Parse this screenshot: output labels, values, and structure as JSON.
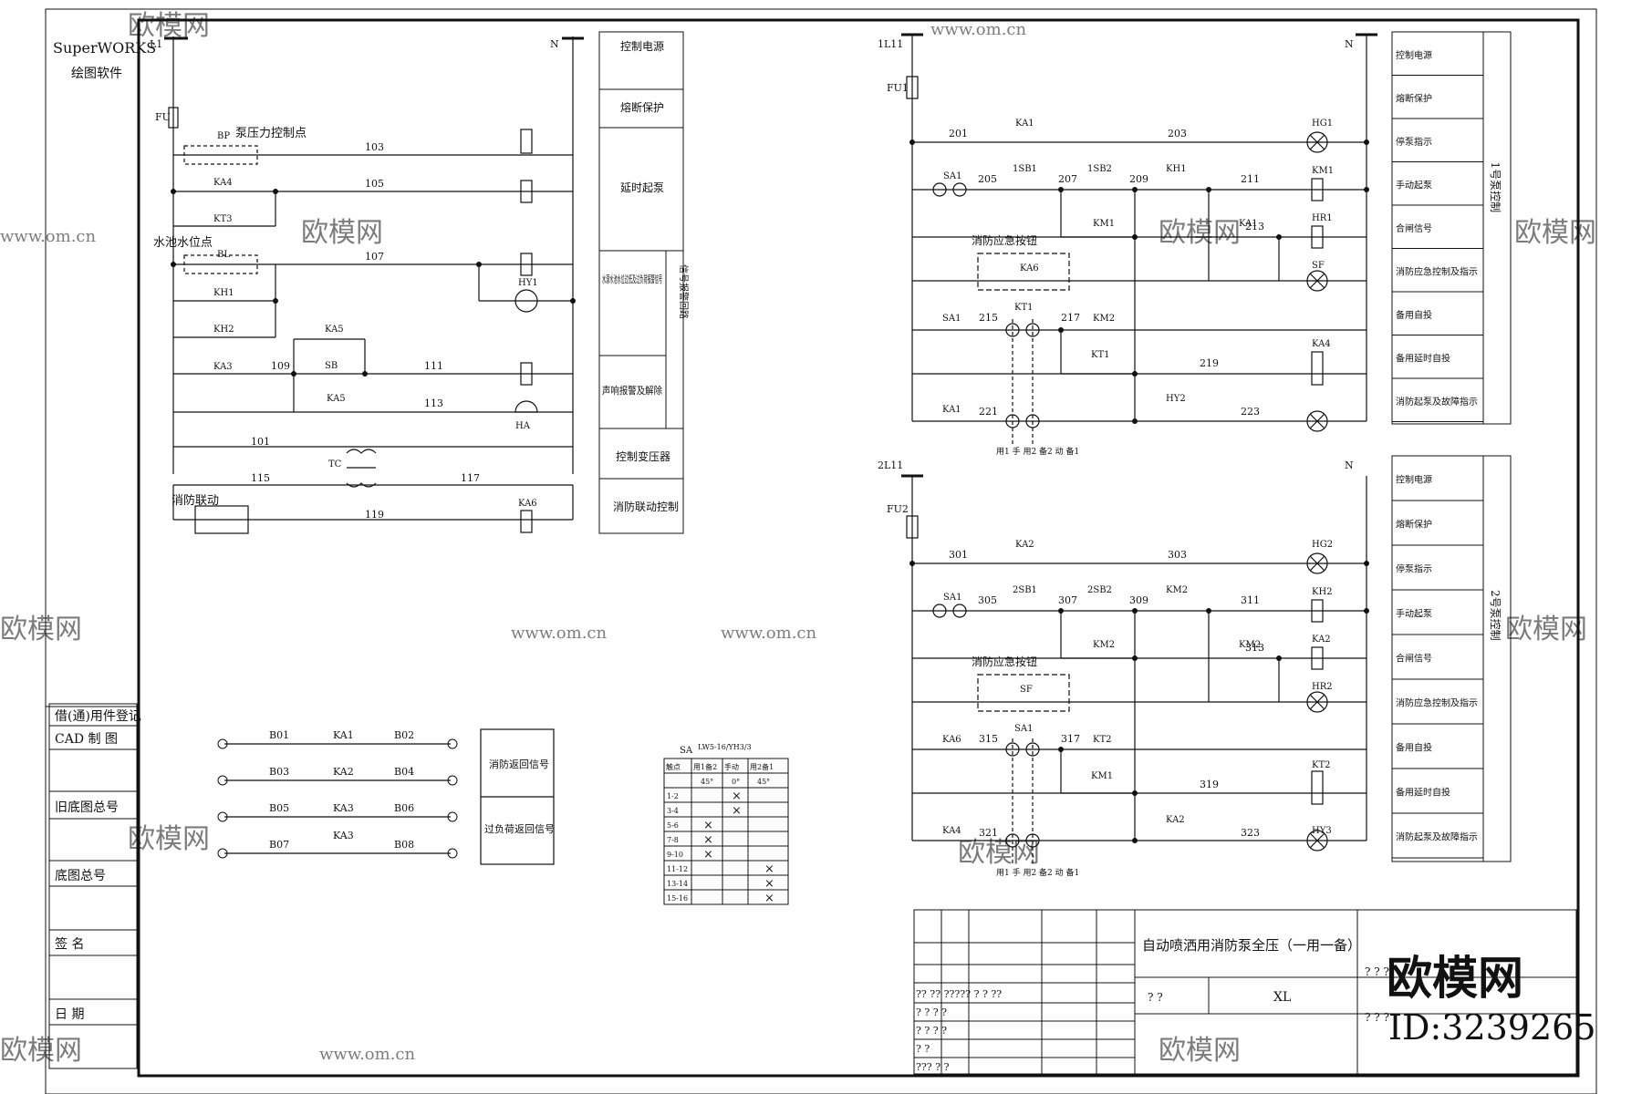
{
  "software": {
    "name": "SuperWORKS",
    "subtitle": "绘图软件"
  },
  "watermark": {
    "site": "www.om.cn",
    "brand": "欧模网",
    "id": "ID:3239265"
  },
  "left_panel": [
    "借(通)用件登记",
    "CAD 制 图",
    "旧底图总号",
    "底图总号",
    "签 名",
    "日 期"
  ],
  "circuit1": {
    "supply": [
      "L1",
      "N",
      "FU"
    ],
    "row_labels": [
      "泵压力控制点",
      "水池水位点",
      "消防联动"
    ],
    "wires": [
      "103",
      "105",
      "107",
      "109",
      "111",
      "113",
      "101",
      "115",
      "117",
      "119"
    ],
    "devices": [
      "BP",
      "KA4",
      "KT3",
      "BL",
      "KH1",
      "KH2",
      "KA5",
      "KA3",
      "SB",
      "KA6",
      "TC",
      "KA5",
      "HA",
      "HY1"
    ],
    "legend": [
      "控制电源",
      "熔断保护",
      "延时起泵",
      "水源水池水位过低及过负荷报警信号",
      "声响报警及解除",
      "信号报警回路",
      "控制变压器",
      "消防联动控制"
    ],
    "color": "#111111"
  },
  "contacts": {
    "terminals": [
      "B01",
      "B02",
      "B03",
      "B04",
      "B05",
      "B06",
      "B07",
      "B08"
    ],
    "relays": [
      "KA1",
      "KA2",
      "KA3",
      "KA3"
    ],
    "legend": [
      "消防返回信号",
      "过负荷返回信号"
    ]
  },
  "sa_table": {
    "title": "SA",
    "model": "LW5-16/YH3/3",
    "headers": [
      "触点",
      "用1备2",
      "手动",
      "用2备1"
    ],
    "angles": [
      "45°",
      "0°",
      "45°"
    ],
    "rows": [
      {
        "label": "1-2",
        "marks": [
          "",
          "×",
          ""
        ]
      },
      {
        "label": "3-4",
        "marks": [
          "",
          "×",
          ""
        ]
      },
      {
        "label": "5-6",
        "marks": [
          "×",
          "",
          ""
        ]
      },
      {
        "label": "7-8",
        "marks": [
          "×",
          "",
          ""
        ]
      },
      {
        "label": "9-10",
        "marks": [
          "×",
          "",
          ""
        ]
      },
      {
        "label": "11-12",
        "marks": [
          "",
          "",
          "×"
        ]
      },
      {
        "label": "13-14",
        "marks": [
          "",
          "",
          "×"
        ]
      },
      {
        "label": "15-16",
        "marks": [
          "",
          "",
          "×"
        ]
      }
    ]
  },
  "pump1": {
    "supply": [
      "1L11",
      "N",
      "FU1"
    ],
    "wires": [
      "201",
      "203",
      "205",
      "207",
      "209",
      "211",
      "213",
      "215",
      "217",
      "219",
      "221",
      "223"
    ],
    "devices": [
      "KA1",
      "HG1",
      "SA1",
      "1SB1",
      "1SB2",
      "KH1",
      "KM1",
      "KM1",
      "KA1",
      "HR1",
      "SF",
      "KA6",
      "SA1",
      "KT1",
      "KM2",
      "KT1",
      "KA4",
      "KA1",
      "HY2"
    ],
    "emergency": "消防应急按钮",
    "sa_note": "用1 手 用2 备2 动 备1",
    "legend": [
      "控制电源",
      "熔断保护",
      "停泵指示",
      "手动起泵",
      "合闸信号",
      "消防应急控制及指示",
      "备用自投",
      "备用延时自投",
      "消防起泵及故障指示"
    ],
    "section_label": "1号泵控制"
  },
  "pump2": {
    "supply": [
      "2L11",
      "N",
      "FU2"
    ],
    "wires": [
      "301",
      "303",
      "305",
      "307",
      "309",
      "311",
      "313",
      "315",
      "317",
      "319",
      "321",
      "323"
    ],
    "devices": [
      "KA2",
      "HG2",
      "SA1",
      "2SB1",
      "2SB2",
      "KM2",
      "KH2",
      "KM2",
      "KM2",
      "KA2",
      "HR2",
      "SF",
      "KA6",
      "SA1",
      "KT2",
      "KM1",
      "KT2",
      "KA4",
      "KA2",
      "HY3"
    ],
    "emergency": "消防应急按钮",
    "sa_note": "用1 手 用2 备2 动 备1",
    "legend": [
      "控制电源",
      "熔断保护",
      "停泵指示",
      "手动起泵",
      "合闸信号",
      "消防应急控制及指示",
      "备用自投",
      "备用延时自投",
      "消防起泵及故障指示"
    ],
    "section_label": "2号泵控制"
  },
  "title_block": {
    "title": "自动喷洒用消防泵全压（一用一备）",
    "code": "XL",
    "q1": "?? ?? ????? ? ? ??",
    "q2": "? ?",
    "q3": "? ?   ? ?",
    "q4": "? ?   ? ?",
    "q5": "? ?",
    "q6": "???   ? ?",
    "right1": "? ? ?",
    "right2": "? ? ?"
  }
}
